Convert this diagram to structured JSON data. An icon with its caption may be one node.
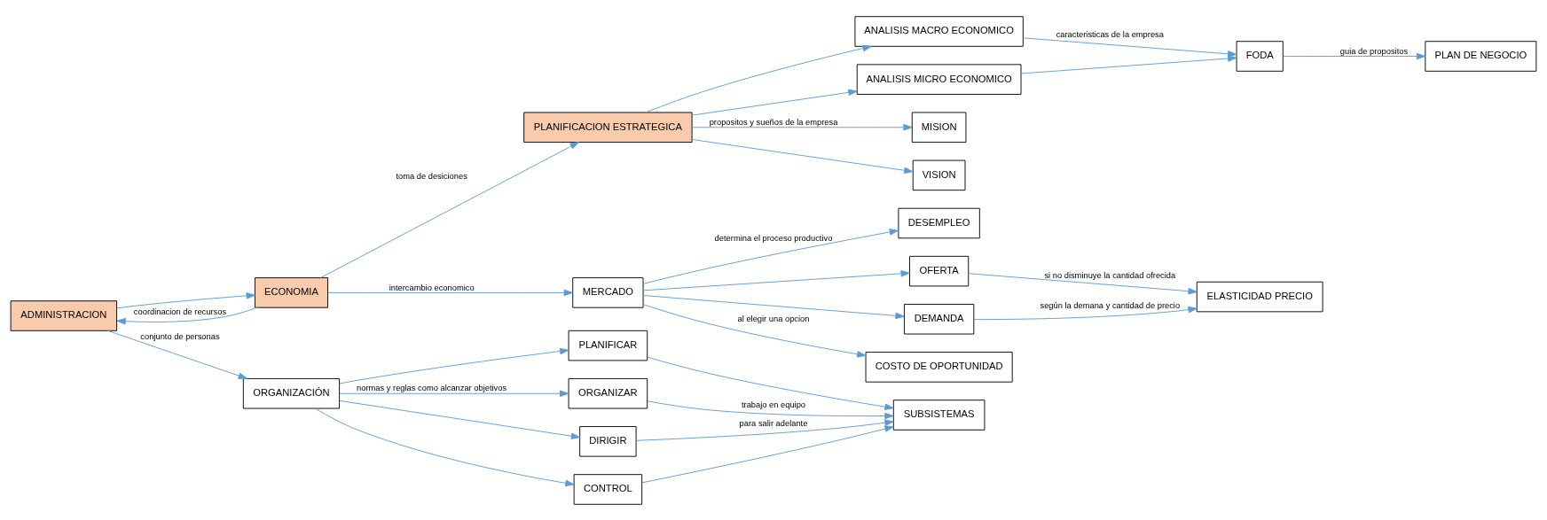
{
  "diagram": {
    "nodes": [
      {
        "text": [
          "ADMINISTRACION"
        ]
      },
      {
        "text": [
          "ECONOMIA"
        ]
      },
      {
        "text": [
          "PLANIFICACION ESTRATEGICA"
        ]
      },
      {
        "text": [
          "ORGANIZACIÓN"
        ]
      },
      {
        "text": [
          "PLANIFICAR"
        ]
      },
      {
        "text": [
          "ORGANIZAR"
        ]
      },
      {
        "text": [
          "DIRIGIR"
        ]
      },
      {
        "text": [
          "CONTROL"
        ]
      },
      {
        "text": [
          "SUBSISTEMAS"
        ]
      },
      {
        "text": [
          "MERCADO"
        ]
      },
      {
        "text": [
          "DESEMPLEO"
        ]
      },
      {
        "text": [
          "OFERTA"
        ]
      },
      {
        "text": [
          "DEMANDA"
        ]
      },
      {
        "text": [
          "COSTO DE OPORTUNIDAD"
        ]
      },
      {
        "text": [
          "ELASTICIDAD PRECIO"
        ]
      },
      {
        "text": [
          "ANALISIS MACRO ECONOMICO"
        ]
      },
      {
        "text": [
          "ANALISIS MICRO ECONOMICO"
        ]
      },
      {
        "text": [
          "MISION"
        ]
      },
      {
        "text": [
          "VISION"
        ]
      },
      {
        "text": [
          "FODA"
        ]
      },
      {
        "text": [
          "PLAN DE NEGOCIO"
        ]
      }
    ],
    "edges": [
      {
        "from": 0,
        "to": 1,
        "arrow": "to"
      },
      {
        "from": 1,
        "to": 0,
        "arrow": "to",
        "label": "coordinacion de recursos"
      },
      {
        "from": 0,
        "to": 3,
        "arrow": "to",
        "label": "conjunto de personas"
      },
      {
        "from": 1,
        "to": 2,
        "arrow": "to",
        "label": "toma de desiciones"
      },
      {
        "from": 1,
        "to": 9,
        "arrow": "to",
        "label": "intercambio economico"
      },
      {
        "from": 3,
        "to": 4,
        "arrow": "to"
      },
      {
        "from": 3,
        "to": 5,
        "arrow": "to",
        "label": "normas y reglas como alcanzar objetivos"
      },
      {
        "from": 3,
        "to": 6,
        "arrow": "to"
      },
      {
        "from": 3,
        "to": 7,
        "arrow": "to"
      },
      {
        "from": 4,
        "to": 8,
        "arrow": "to"
      },
      {
        "from": 5,
        "to": 8,
        "arrow": "to",
        "label": "trabajo en equipo"
      },
      {
        "from": 6,
        "to": 8,
        "arrow": "to",
        "label": "para salir adelante"
      },
      {
        "from": 7,
        "to": 8,
        "arrow": "to"
      },
      {
        "from": 9,
        "to": 10,
        "arrow": "to",
        "label": "determina el proceso productivo"
      },
      {
        "from": 9,
        "to": 11,
        "arrow": "to"
      },
      {
        "from": 9,
        "to": 12,
        "arrow": "to"
      },
      {
        "from": 9,
        "to": 13,
        "arrow": "to",
        "label": "al elegir una opcion"
      },
      {
        "from": 11,
        "to": 14,
        "arrow": "to",
        "label": "si no disminuye la cantidad ofrecida"
      },
      {
        "from": 12,
        "to": 14,
        "arrow": "to",
        "label": "según la demana y cantidad de precio"
      },
      {
        "from": 2,
        "to": 15,
        "arrow": "to"
      },
      {
        "from": 2,
        "to": 16,
        "arrow": "to"
      },
      {
        "from": 2,
        "to": 17,
        "arrow": "to",
        "label": "propositos y sueños de la empresa"
      },
      {
        "from": 2,
        "to": 18,
        "arrow": "to"
      },
      {
        "from": 15,
        "to": 19,
        "arrow": "to",
        "label": "caracteristicas de la empresa"
      },
      {
        "from": 16,
        "to": 19,
        "arrow": "to"
      },
      {
        "from": 19,
        "to": 20,
        "arrow": "to",
        "label": "guia de propositos"
      }
    ]
  }
}
